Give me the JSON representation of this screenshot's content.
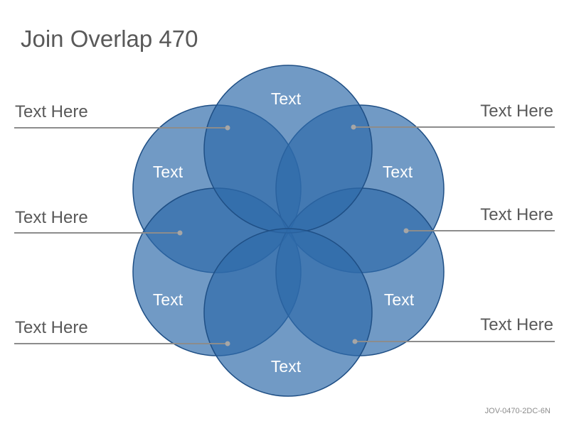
{
  "title": "Join Overlap 470",
  "footer_code": "JOV-0470-2DC-6N",
  "colors": {
    "circle_fill": "#2e6aaa",
    "circle_stroke": "#1f4f85",
    "leader_line": "#8c8c8c",
    "leader_dot": "#a6a6a6",
    "text_dark": "#595959"
  },
  "circles": [
    {
      "label": "Text",
      "position": "top"
    },
    {
      "label": "Text",
      "position": "upper-left"
    },
    {
      "label": "Text",
      "position": "upper-right"
    },
    {
      "label": "Text",
      "position": "lower-left"
    },
    {
      "label": "Text",
      "position": "lower-right"
    },
    {
      "label": "Text",
      "position": "bottom"
    }
  ],
  "callouts": {
    "left": [
      {
        "label": "Text Here"
      },
      {
        "label": "Text Here"
      },
      {
        "label": "Text Here"
      }
    ],
    "right": [
      {
        "label": "Text Here"
      },
      {
        "label": "Text Here"
      },
      {
        "label": "Text Here"
      }
    ]
  }
}
